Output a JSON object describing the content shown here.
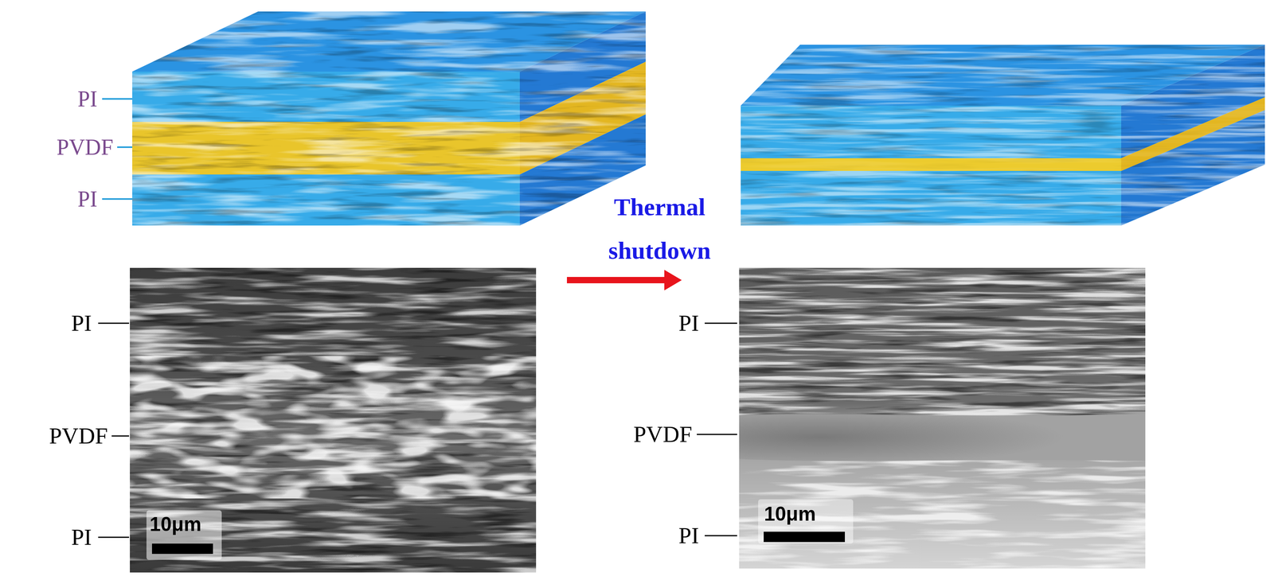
{
  "diagram": {
    "labels": [
      "PI",
      "PVDF",
      "PI",
      "Thermal shutdown",
      "PI",
      "PVDF",
      "PI",
      "10μm",
      "PI",
      "PVDF",
      "PI",
      "10μm"
    ]
  }
}
